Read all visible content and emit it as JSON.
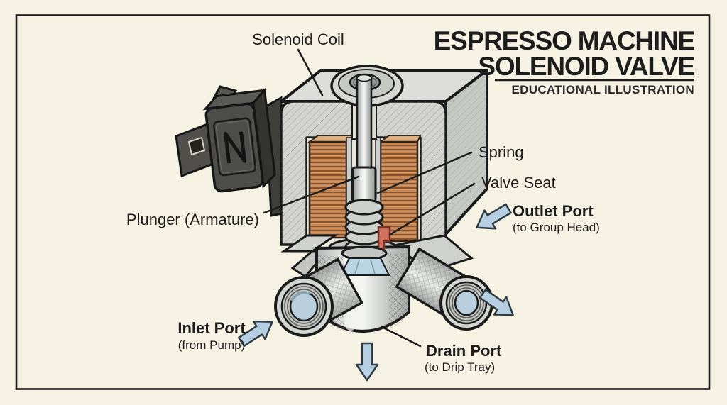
{
  "title": {
    "line1": "ESPRESSO MACHINE",
    "line2": "SOLENOID VALVE",
    "subtitle": "EDUCATIONAL ILLUSTRATION"
  },
  "labels": {
    "solenoid_coil": "Solenoid Coil",
    "plunger": "Plunger (Armature)",
    "spring": "Spring",
    "valve_seat": "Valve Seat",
    "outlet_port": {
      "name": "Outlet Port",
      "caption": "(to Group Head)"
    },
    "inlet_port": {
      "name": "Inlet Port",
      "caption": "(from Pump)"
    },
    "drain_port": {
      "name": "Drain Port",
      "caption": "(to Drip Tray)"
    }
  },
  "colors": {
    "background": "#f6f2e3",
    "ink": "#1c1c1c",
    "copper_coil": "#c4824e",
    "steel_gray": "#d6d7d3",
    "water_blue": "#b9d4e3",
    "arrow_blue": "#b5cee1",
    "valve_seat_red": "#d0705f"
  }
}
